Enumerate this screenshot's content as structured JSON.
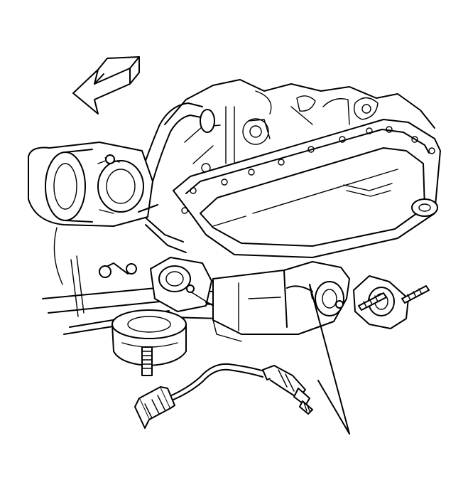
{
  "figure": {
    "caption": "",
    "colors": {
      "line": "#000000",
      "background": "#ffffff"
    },
    "components": [
      {
        "id": "direction-arrow",
        "label": ""
      },
      {
        "id": "engine-block",
        "label": ""
      },
      {
        "id": "oil-pan",
        "label": ""
      },
      {
        "id": "exhaust-crossover-pipe",
        "label": ""
      },
      {
        "id": "catalytic-converter",
        "label": ""
      },
      {
        "id": "exhaust-flange",
        "label": ""
      },
      {
        "id": "round-mount",
        "label": ""
      },
      {
        "id": "oxygen-sensor",
        "label": ""
      },
      {
        "id": "sensor-harness",
        "label": ""
      },
      {
        "id": "connector",
        "label": ""
      },
      {
        "id": "callout-leader",
        "label": ""
      }
    ]
  }
}
